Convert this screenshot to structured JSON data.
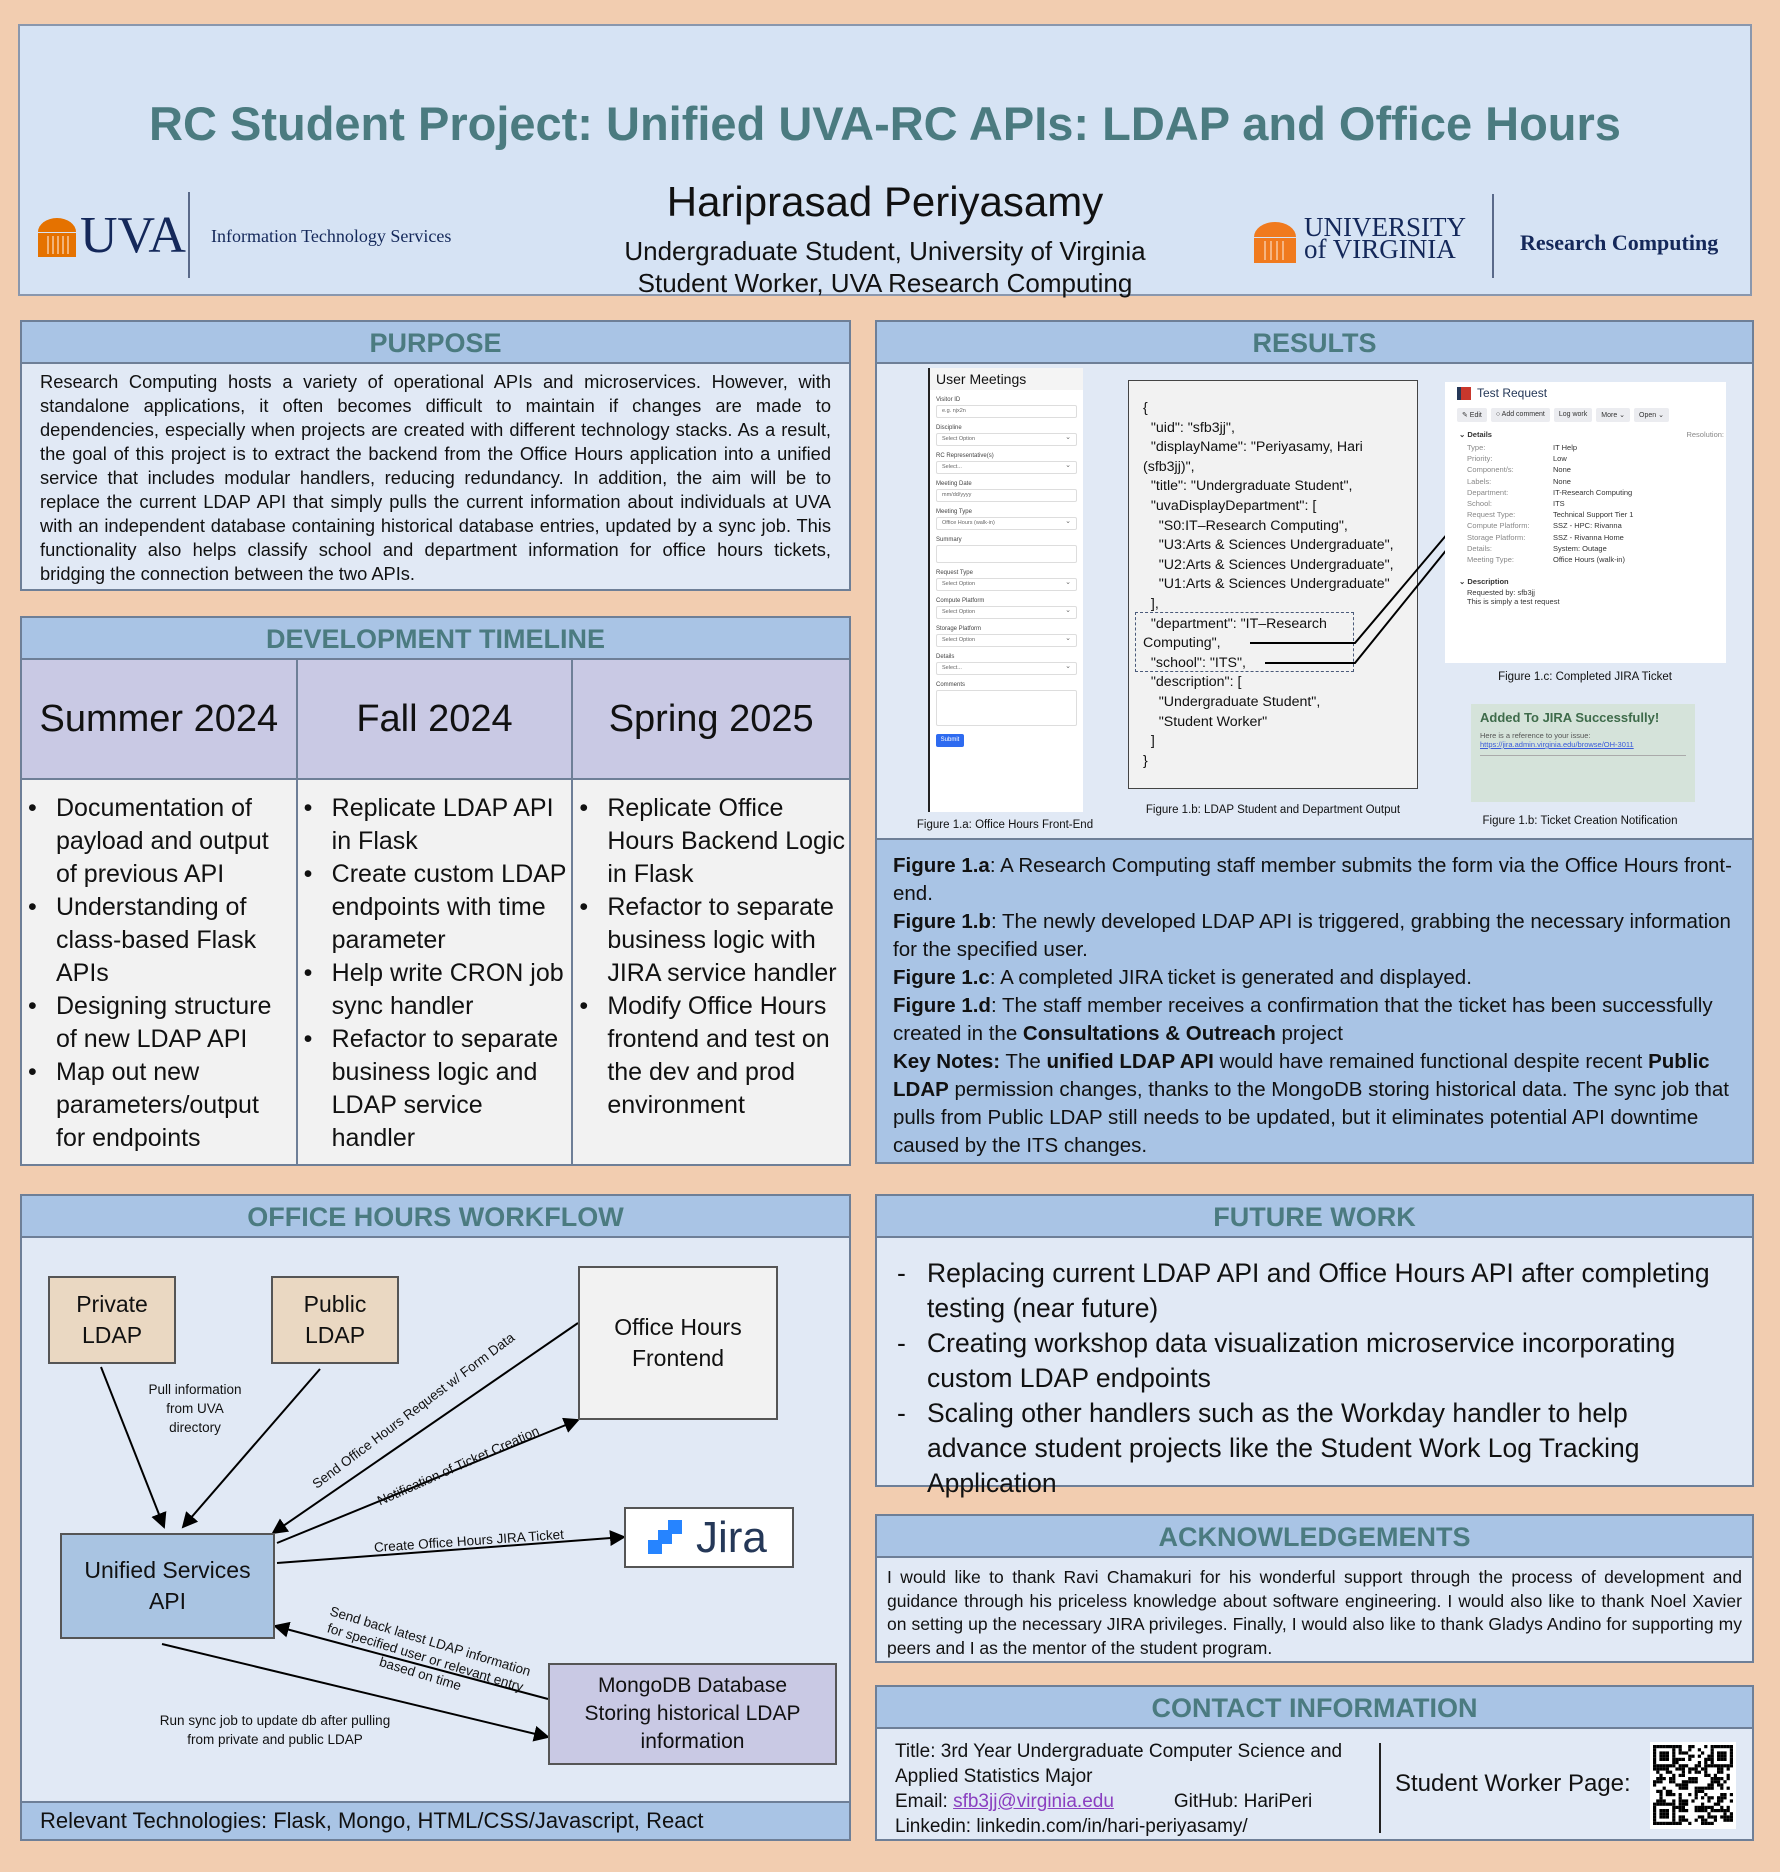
{
  "header": {
    "title": "RC Student Project: Unified UVA-RC APIs: LDAP and Office Hours",
    "author": "Hariprasad Periyasamy",
    "affiliation1": "Undergraduate Student, University of Virginia",
    "affiliation2": "Student Worker, UVA Research Computing",
    "left_logo": "UVA",
    "left_logo_unit": "Information Technology Services",
    "right_logo_line1": "UNIVERSITY",
    "right_logo_line2": "of VIRGINIA",
    "right_logo_unit": "Research Computing"
  },
  "purpose": {
    "heading": "PURPOSE",
    "text": "Research Computing hosts a variety of operational APIs and microservices. However, with standalone applications, it often becomes difficult to maintain if changes are made to dependencies, especially when projects are created with different technology stacks. As a result, the goal of this project is to extract the backend from the Office Hours application into a unified service that includes modular handlers, reducing redundancy. In addition, the aim will be to replace the current LDAP API that simply pulls the current information about individuals at UVA with an independent database containing historical database entries, updated by a sync job. This functionality also helps classify school and department information for office hours tickets, bridging the connection between the two APIs."
  },
  "timeline": {
    "heading": "DEVELOPMENT TIMELINE",
    "columns": [
      {
        "title": "Summer 2024",
        "items": [
          "Documentation of payload and output of previous API",
          "Understanding of class-based Flask APIs",
          "Designing structure of new LDAP API",
          "Map out new parameters/output for endpoints"
        ]
      },
      {
        "title": "Fall 2024",
        "items": [
          "Replicate LDAP API in Flask",
          "Create custom LDAP endpoints with time parameter",
          "Help write CRON job sync handler",
          "Refactor to separate business logic and LDAP service handler"
        ]
      },
      {
        "title": "Spring 2025",
        "items": [
          "Replicate Office Hours Backend Logic in Flask",
          "Refactor to separate business logic with JIRA service handler",
          "Modify Office Hours frontend and test on the dev and prod environment"
        ]
      }
    ]
  },
  "workflow": {
    "heading": "OFFICE HOURS WORKFLOW",
    "private_ldap": "Private LDAP",
    "public_ldap": "Public LDAP",
    "frontend": "Office Hours Frontend",
    "unified": "Unified Services API",
    "mongodb": "MongoDB Database Storing historical LDAP information",
    "jira": "Jira",
    "pull_label": "Pull information from UVA directory",
    "send_label": "Send Office Hours Request w/ Form Data",
    "notify_label": "Notification of Ticket Creation",
    "create_label": "Create Office Hours JIRA Ticket",
    "sendback_label1": "Send back latest LDAP information",
    "sendback_label2": "for specified user or relevant entry",
    "sendback_label3": "based on time",
    "sync_label1": "Run sync job to update db after pulling",
    "sync_label2": "from private and public LDAP",
    "technologies": "Relevant Technologies: Flask, Mongo, HTML/CSS/Javascript, React"
  },
  "results": {
    "heading": "RESULTS",
    "form": {
      "title": "User Meetings",
      "fields": [
        {
          "label": "Visitor ID",
          "value": "e.g. njx2n",
          "sel": false
        },
        {
          "label": "Discipline",
          "value": "Select Option",
          "sel": true
        },
        {
          "label": "RC Representative(s)",
          "value": "Select...",
          "sel": true
        },
        {
          "label": "Meeting Date",
          "value": "mm/dd/yyyy",
          "sel": false
        },
        {
          "label": "Meeting Type",
          "value": "Office Hours (walk-in)",
          "sel": true
        },
        {
          "label": "Summary",
          "value": "",
          "sel": false
        },
        {
          "label": "Request Type",
          "value": "Select Option",
          "sel": true
        },
        {
          "label": "Compute Platform",
          "value": "Select Option",
          "sel": true
        },
        {
          "label": "Storage Platform",
          "value": "Select Option",
          "sel": true
        },
        {
          "label": "Details",
          "value": "Select...",
          "sel": true
        },
        {
          "label": "Comments",
          "value": "",
          "sel": false
        }
      ],
      "submit": "Submit",
      "caption": "Figure 1.a: Office Hours Front-End"
    },
    "json_lines": [
      "{",
      "  \"uid\": \"sfb3jj\",",
      "  \"displayName\": \"Periyasamy, Hari",
      "(sfb3jj)\",",
      "  \"title\": \"Undergraduate Student\",",
      "  \"uvaDisplayDepartment\": [",
      "    \"S0:IT–Research Computing\",",
      "    \"U3:Arts & Sciences Undergraduate\",",
      "    \"U2:Arts & Sciences Undergraduate\",",
      "    \"U1:Arts & Sciences Undergraduate\"",
      "  ],",
      "  \"department\": \"IT–Research",
      "Computing\",",
      "  \"school\": \"ITS\",",
      "  \"description\": [",
      "    \"Undergraduate Student\",",
      "    \"Student Worker\"",
      "  ]",
      "}"
    ],
    "json_caption": "Figure 1.b: LDAP Student and Department Output",
    "ticket": {
      "title": "Test Request",
      "buttons": [
        "✎ Edit",
        "○ Add comment",
        "Log work",
        "More ⌄",
        "Open ⌄"
      ],
      "details_label": "Details",
      "resolution": "Resolution:",
      "rows": [
        [
          "Type:",
          "IT Help"
        ],
        [
          "Priority:",
          "Low"
        ],
        [
          "Component/s:",
          "None"
        ],
        [
          "Labels:",
          "None"
        ],
        [
          "Department:",
          "IT-Research Computing"
        ],
        [
          "School:",
          "ITS"
        ],
        [
          "Request Type:",
          "Technical Support Tier 1"
        ],
        [
          "Compute Platform:",
          "SSZ - HPC: Rivanna"
        ],
        [
          "Storage Platform:",
          "SSZ - Rivanna Home"
        ],
        [
          "Details:",
          "System: Outage"
        ],
        [
          "Meeting Type:",
          "Office Hours (walk-in)"
        ]
      ],
      "description_label": "Description",
      "requested_by": "Requested by: sfb3jj",
      "desc_text": "This is simply a test request",
      "caption": "Figure 1.c: Completed JIRA Ticket"
    },
    "notification": {
      "title": "Added To JIRA Successfully!",
      "text": "Here is a reference to your issue:",
      "link": "https://jira.admin.virginia.edu/browse/OH-3011",
      "caption": "Figure 1.b: Ticket Creation Notification"
    },
    "notes": [
      {
        "b": "Figure 1.a",
        "t": ": A Research Computing staff member submits the form via the Office Hours front-end."
      },
      {
        "b": "Figure 1.b",
        "t": ": The newly developed LDAP API is triggered, grabbing the necessary information for the specified user."
      },
      {
        "b": "Figure 1.c",
        "t": ": A completed JIRA ticket is generated and displayed."
      },
      {
        "b": "Figure 1.d",
        "t": ": The staff member receives a confirmation that the ticket has been successfully created in the ",
        "b2": "Consultations & Outreach",
        "t2": " project"
      }
    ],
    "key": {
      "b": "Key Notes:",
      "t1": " The ",
      "b2": "unified LDAP API",
      "t2": " would have remained functional despite recent ",
      "b3": "Public LDAP",
      "t3": " permission changes, thanks to the MongoDB storing historical data. The sync job that pulls from Public LDAP still needs to be updated, but it eliminates potential API downtime caused by the ITS changes."
    }
  },
  "future": {
    "heading": "FUTURE WORK",
    "items": [
      "Replacing current LDAP API and Office Hours API after completing testing (near future)",
      "Creating workshop data visualization microservice incorporating custom LDAP endpoints",
      "Scaling other handlers such as the Workday handler to help advance student projects like the Student Work Log Tracking Application"
    ]
  },
  "ack": {
    "heading": "ACKNOWLEDGEMENTS",
    "text": "I would like to thank Ravi Chamakuri for his wonderful support through the process of development and guidance through his priceless knowledge about software engineering. I would also like to thank Noel Xavier on setting up the necessary JIRA privileges. Finally, I would also like to thank Gladys Andino for supporting my peers and I as the mentor of the student program."
  },
  "contact": {
    "heading": "CONTACT INFORMATION",
    "title_line1": "Title: 3rd Year Undergraduate Computer Science and",
    "title_line2": "Applied Statistics Major",
    "email_label": "Email: ",
    "email": "sfb3jj@virginia.edu",
    "github": "GitHub: HariPeri",
    "linkedin": "Linkedin: linkedin.com/in/hari-periyasamy/",
    "worker_page": "Student Worker Page:"
  },
  "colors": {
    "background": "#F2CDB0",
    "panel": "#E1E9F5",
    "header_bar": "#A9C4E5",
    "heading_text": "#4B7B80",
    "timeline_header": "#C9C9E4",
    "uva_orange": "#E57200",
    "uva_navy": "#232D4B"
  }
}
